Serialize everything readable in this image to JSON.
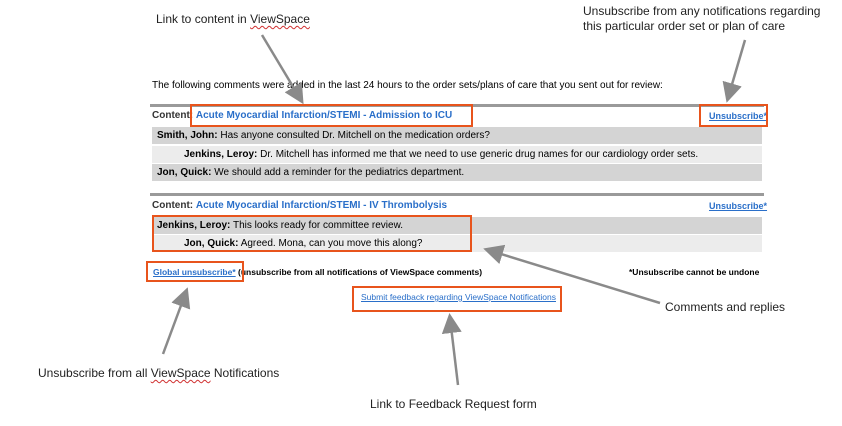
{
  "callouts": {
    "viewspace_link": {
      "prefix": "Link to content in ",
      "word": "ViewSpace"
    },
    "unsubscribe_plan": {
      "line1": "Unsubscribe from any notifications regarding",
      "line2": "this particular order set or plan of care"
    },
    "comments_replies": "Comments and replies",
    "unsubscribe_all": {
      "prefix": "Unsubscribe from all ",
      "word": "ViewSpace",
      "suffix": " Notifications"
    },
    "feedback_form": "Link to Feedback Request form"
  },
  "email": {
    "intro": "The following comments were added in the last 24 hours to the order sets/plans of care that you sent out for review:",
    "content_label": "Content:",
    "sections": [
      {
        "title": "Acute Myocardial Infarction/STEMI - Admission to ICU",
        "unsubscribe": "Unsubscribe*",
        "comments": [
          {
            "author": "Smith, John:",
            "text": "Has anyone consulted Dr. Mitchell on the medication orders?"
          },
          {
            "author": "Jenkins, Leroy:",
            "text": "Dr. Mitchell has informed me that we need to use generic drug names for our cardiology order sets."
          },
          {
            "author": "Jon, Quick:",
            "text": "We should add a reminder for the pediatrics department."
          }
        ]
      },
      {
        "title": "Acute Myocardial Infarction/STEMI - IV Thrombolysis",
        "unsubscribe": "Unsubscribe*",
        "comments": [
          {
            "author": "Jenkins, Leroy:",
            "text": "This looks ready for committee review."
          },
          {
            "author": "Jon, Quick:",
            "text": "Agreed. Mona, can you move this along?"
          }
        ]
      }
    ],
    "global_unsubscribe": "Global unsubscribe*",
    "global_unsubscribe_note": "(unsubscribe from all notifications of ViewSpace comments)",
    "cannot_undo_note": "*Unsubscribe cannot be undone",
    "feedback_link": "Submit feedback regarding ViewSpace Notifications"
  },
  "colors": {
    "highlight": "#e8541c",
    "link": "#2a6fc9",
    "row_dark": "#d4d4d4",
    "row_light": "#ececec",
    "arrow": "#8a8a8a"
  }
}
